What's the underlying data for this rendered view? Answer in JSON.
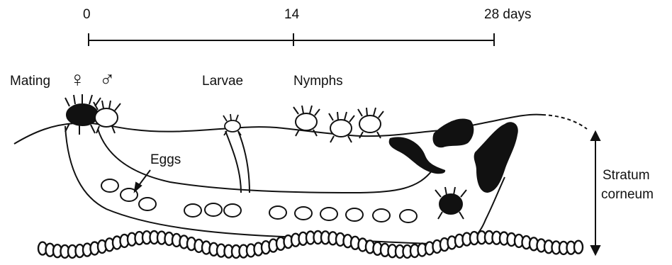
{
  "timeline": {
    "ticks": [
      "0",
      "14",
      "28 days"
    ]
  },
  "labels": {
    "mating": "Mating",
    "female_symbol": "♀",
    "male_symbol": "♂",
    "larvae": "Larvae",
    "nymphs": "Nymphs",
    "eggs": "Eggs",
    "stratum_line1": "Stratum",
    "stratum_line2": "corneum"
  },
  "colors": {
    "ink": "#111111",
    "background": "#ffffff"
  }
}
